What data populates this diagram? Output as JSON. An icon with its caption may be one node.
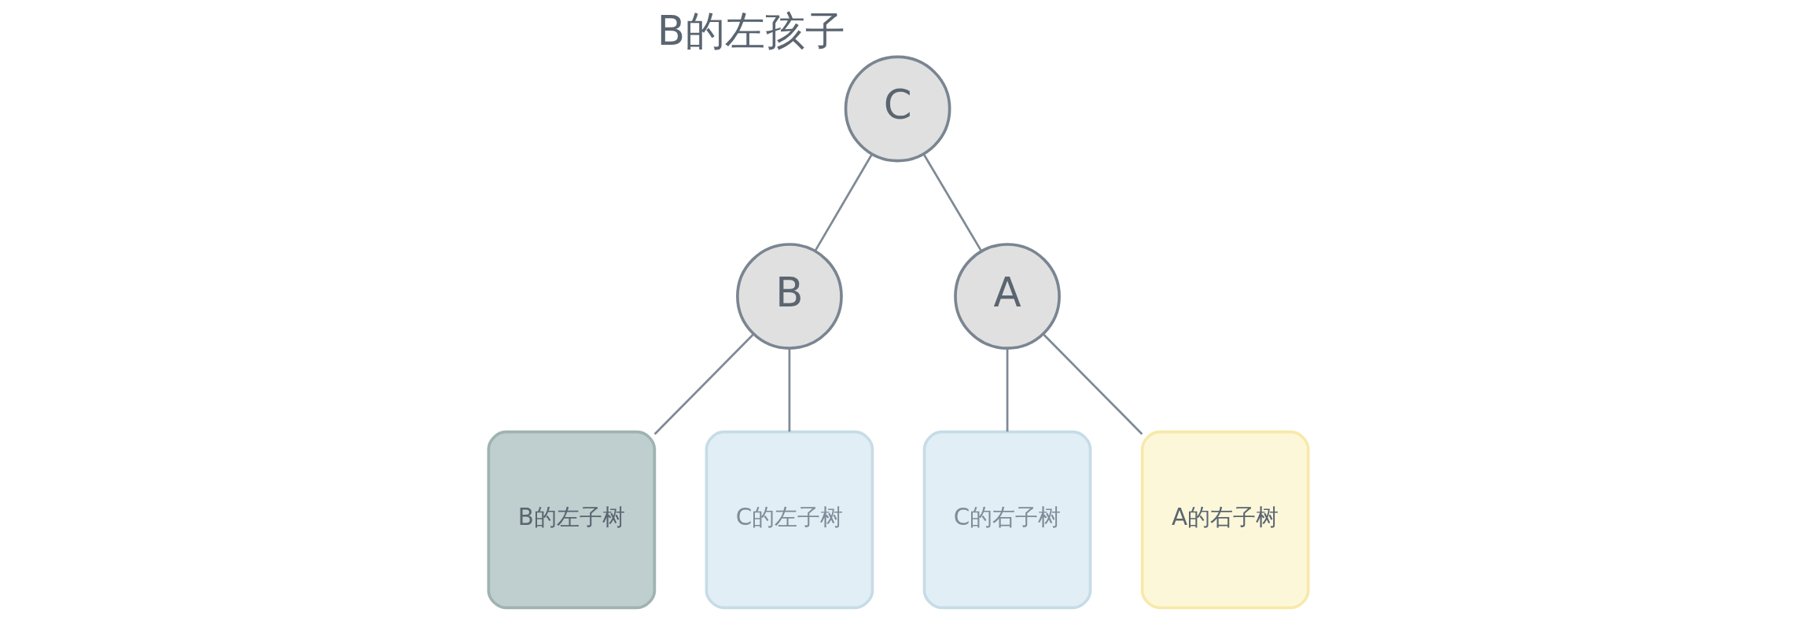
{
  "diagram": {
    "nodes": [
      {
        "text": [
          "C"
        ],
        "beside": [
          "B的左孩子"
        ]
      },
      {
        "text": [
          "B"
        ]
      },
      {
        "text": [
          "A"
        ]
      },
      {
        "text": [
          "B的左子树"
        ]
      },
      {
        "text": [
          "C的左子树"
        ]
      },
      {
        "text": [
          "C的右子树"
        ]
      },
      {
        "text": [
          "A的右子树"
        ]
      }
    ],
    "edges": [
      {
        "from": 0,
        "to": 1,
        "arrow": "none"
      },
      {
        "from": 0,
        "to": 2,
        "arrow": "none"
      },
      {
        "from": 1,
        "to": 3,
        "arrow": "none"
      },
      {
        "from": 1,
        "to": 4,
        "arrow": "none"
      },
      {
        "from": 2,
        "to": 5,
        "arrow": "none"
      },
      {
        "from": 2,
        "to": 6,
        "arrow": "none"
      }
    ]
  }
}
